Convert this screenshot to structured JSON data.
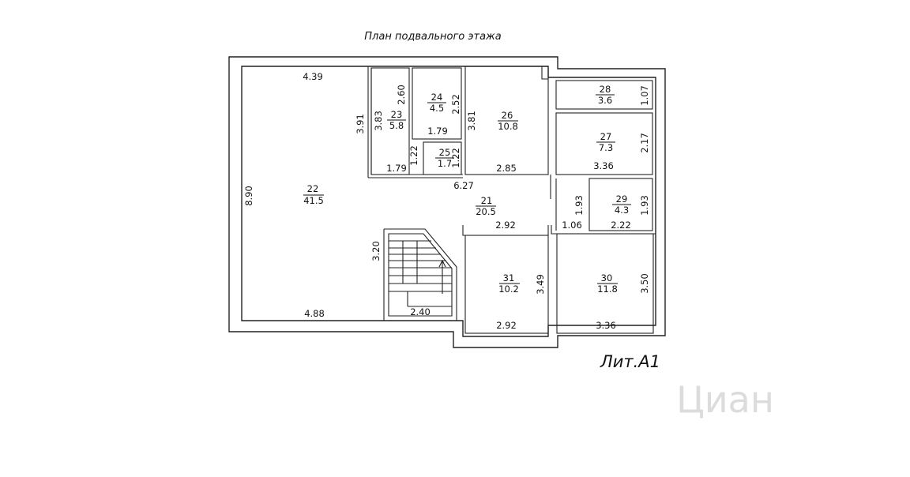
{
  "title": "План подвального этажа",
  "lit_label": "Лит.А1",
  "watermark": "Циан",
  "rooms": [
    {
      "id": "r22",
      "number": "22",
      "area": "41.5"
    },
    {
      "id": "r23",
      "number": "23",
      "area": "5.8"
    },
    {
      "id": "r24",
      "number": "24",
      "area": "4.5"
    },
    {
      "id": "r25",
      "number": "25",
      "area": "1.7"
    },
    {
      "id": "r26",
      "number": "26",
      "area": "10.8"
    },
    {
      "id": "r27",
      "number": "27",
      "area": "7.3"
    },
    {
      "id": "r28",
      "number": "28",
      "area": "3.6"
    },
    {
      "id": "r29",
      "number": "29",
      "area": "4.3"
    },
    {
      "id": "r21",
      "number": "21",
      "area": "20.5"
    },
    {
      "id": "r30",
      "number": "30",
      "area": "11.8"
    },
    {
      "id": "r31",
      "number": "31",
      "area": "10.2"
    }
  ],
  "dimensions": {
    "d_439": "4.39",
    "d_890": "8.90",
    "d_391": "3.91",
    "d_383": "3.83",
    "d_260": "2.60",
    "d_252": "2.52",
    "d_179_top": "1.79",
    "d_122_left": "1.22",
    "d_179_bottom": "1.79",
    "d_122_right": "1.22",
    "d_381": "3.81",
    "d_285": "2.85",
    "d_107": "1.07",
    "d_217": "2.17",
    "d_336_top": "3.36",
    "d_627": "6.27",
    "d_193_left": "1.93",
    "d_193_right": "1.93",
    "d_292_top": "2.92",
    "d_106": "1.06",
    "d_222": "2.22",
    "d_320": "3.20",
    "d_349": "3.49",
    "d_350": "3.50",
    "d_292_bottom": "2.92",
    "d_336_bottom": "3.36",
    "d_488": "4.88",
    "d_240": "2.40"
  },
  "colors": {
    "line": "#222222",
    "text": "#111111",
    "watermark": "#dcdcdc",
    "background": "#ffffff"
  }
}
